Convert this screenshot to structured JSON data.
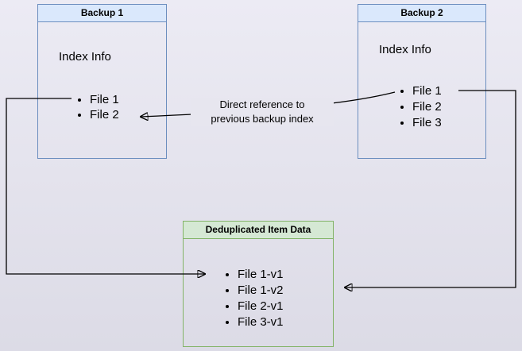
{
  "diagram": {
    "background": "#e6e5ee",
    "colors": {
      "backup_box_border": "#6c8ebf",
      "backup_header_fill": "#dae8fc",
      "dedup_box_border": "#82b366",
      "dedup_header_fill": "#d5e8d4",
      "arrow": "#000000"
    },
    "backup1": {
      "title": "Backup 1",
      "subtitle": "Index Info",
      "items": [
        "File 1",
        "File 2"
      ]
    },
    "backup2": {
      "title": "Backup 2",
      "subtitle": "Index Info",
      "items": [
        "File 1",
        "File 2",
        "File 3"
      ]
    },
    "dedup": {
      "title": "Deduplicated Item Data",
      "items": [
        "File 1-v1",
        "File 1-v2",
        "File 2-v1",
        "File 3-v1"
      ]
    },
    "annotation": {
      "line1": "Direct reference to",
      "line2": "previous backup index"
    }
  }
}
